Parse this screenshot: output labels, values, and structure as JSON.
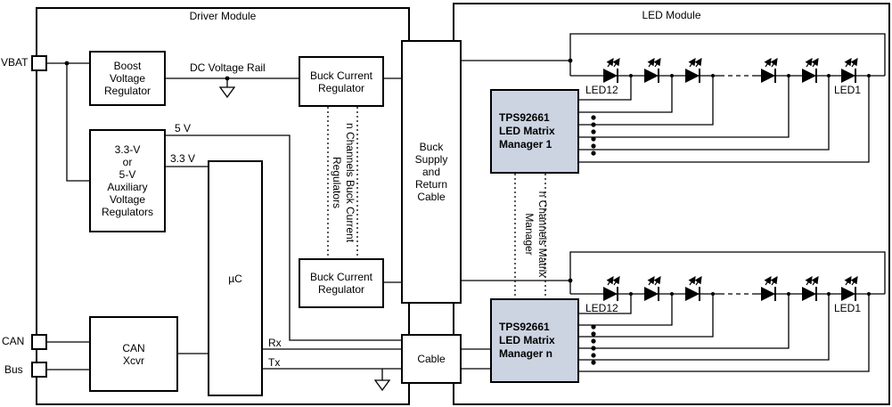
{
  "modules": {
    "driver": "Driver Module",
    "led": "LED Module"
  },
  "pins": {
    "vbat": "VBAT",
    "can": "CAN",
    "bus": "Bus"
  },
  "nets": {
    "dc_rail": "DC Voltage Rail",
    "v5": "5 V",
    "v33": "3.3 V",
    "rx": "Rx",
    "tx": "Tx"
  },
  "blocks": {
    "boost": "Boost\nVoltage\nRegulator",
    "buck_top": "Buck Current\nRegulator",
    "buck_bottom": "Buck Current\nRegulator",
    "aux": "3.3-V\nor\n5-V\nAuxiliary\nVoltage\nRegulators",
    "uc": "µC",
    "can_xcvr": "CAN\nXcvr",
    "buck_cable": "Buck\nSupply\nand\nReturn\nCable",
    "cable": "Cable",
    "mgr1": "TPS92661\nLED Matrix\nManager 1",
    "mgrn": "TPS92661\nLED Matrix\nManager n",
    "n_buck": "n Channels Buck Current\nRegulators",
    "n_matrix": "n Channels Matrix\nManager"
  },
  "leds": {
    "first": "LED12",
    "last": "LED1"
  },
  "colors": {
    "line": "#000000",
    "box_fill": "#ffffff",
    "mgr_fill": "#ccd4e2"
  }
}
